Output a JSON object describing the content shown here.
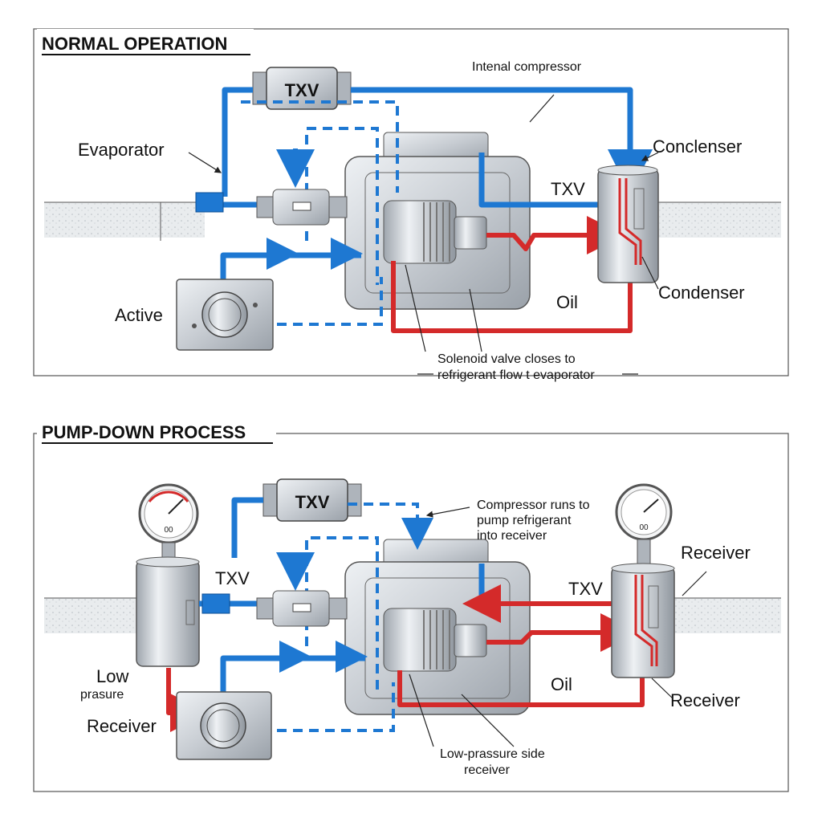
{
  "panels": [
    {
      "title": "NORMAL OPERATION",
      "labels": {
        "internal_compressor": "Intenal compressor",
        "evaporator": "Evaporator",
        "txv_box": "TXV",
        "txv_right": "TXV",
        "condenser_top": "Conclenser",
        "condenser_bottom": "Condenser",
        "active": "Active",
        "oil": "Oil",
        "note_line1": "Solenoid valve closes to",
        "note_line2": "refrigerant flow t evaporator"
      }
    },
    {
      "title": "PUMP-DOWN PROCESS",
      "labels": {
        "txv_box": "TXV",
        "txv_left": "TXV",
        "txv_right": "TXV",
        "note_line1": "Compressor runs to",
        "note_line2": "pump refrigerant",
        "note_line3": "into receiver",
        "receiver_top": "Receiver",
        "receiver_bottom_right": "Receiver",
        "receiver_left": "Receiver",
        "low_line1": "Low",
        "low_line2": "prasure",
        "oil": "Oil",
        "bottom_line1": "Low-prassure side",
        "bottom_line2": "receiver",
        "gauge_left": "00",
        "gauge_right": "00"
      }
    }
  ],
  "colors": {
    "cold_line": "#1e78d2",
    "hot_line": "#d42a2a",
    "metal": "#c8cdd4",
    "metal_dark": "#8d949c",
    "ground": "#e4e7ea"
  }
}
